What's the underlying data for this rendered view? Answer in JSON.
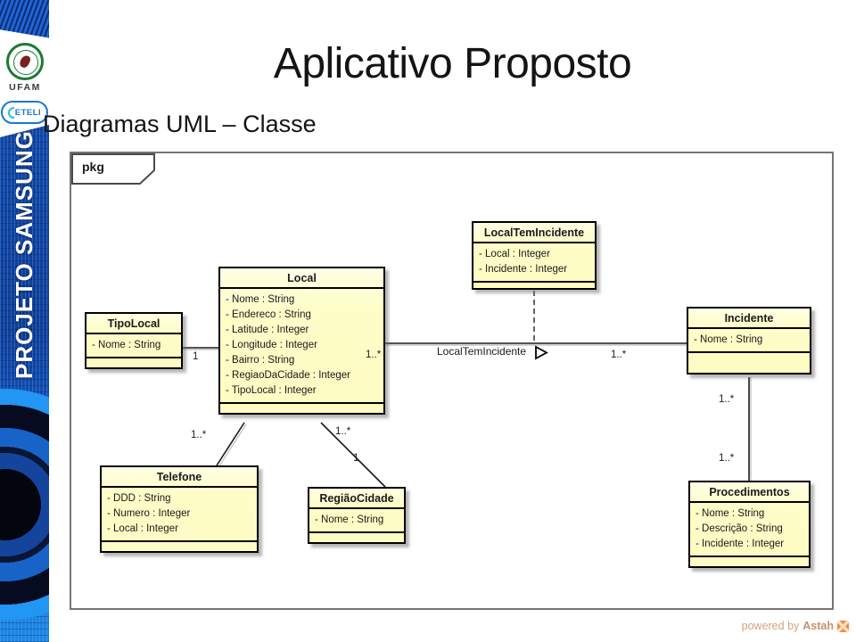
{
  "header": {
    "title": "Aplicativo Proposto",
    "subtitle": "Diagramas UML – Classe"
  },
  "sidebar": {
    "vertical_text": "PROJETO SAMSUNG",
    "ufam_label": "UFAM",
    "ceteli_label": "ETELI"
  },
  "diagram": {
    "tab_label": "pkg",
    "classes": [
      {
        "name": "TipoLocal",
        "attributes": [
          "- Nome : String"
        ]
      },
      {
        "name": "Local",
        "attributes": [
          "- Nome : String",
          "- Endereco : String",
          "- Latitude : Integer",
          "- Longitude : Integer",
          "- Bairro : String",
          "- RegiaoDaCidade : Integer",
          "- TipoLocal : Integer"
        ]
      },
      {
        "name": "LocalTemIncidente",
        "attributes": [
          "- Local : Integer",
          "- Incidente : Integer"
        ]
      },
      {
        "name": "Incidente",
        "attributes": [
          "- Nome : String"
        ]
      },
      {
        "name": "Telefone",
        "attributes": [
          "- DDD : String",
          "- Numero : Integer",
          "- Local : Integer"
        ]
      },
      {
        "name": "RegiãoCidade",
        "attributes": [
          "- Nome : String"
        ]
      },
      {
        "name": "Procedimentos",
        "attributes": [
          "- Nome : String",
          "- Descrição : String",
          "- Incidente : Integer"
        ]
      }
    ],
    "associations": {
      "direction_label": "LocalTemIncidente",
      "multiplicities": {
        "tipolocal_side": "1",
        "local_incidente_local_side": "1..*",
        "local_incidente_incidente_side": "1..*",
        "local_telefone": "1..*",
        "local_regiao_local_side": "1..*",
        "local_regiao_regiao_side": "1",
        "incidente_proc_top": "1..*",
        "incidente_proc_bottom": "1..*"
      }
    }
  },
  "footer": {
    "powered_by": "powered by",
    "brand": "Astah"
  },
  "colors": {
    "class_fill": "#FFFFCC",
    "sidebar_blue": "#1450AE",
    "footer_text": "#D3A47C"
  }
}
